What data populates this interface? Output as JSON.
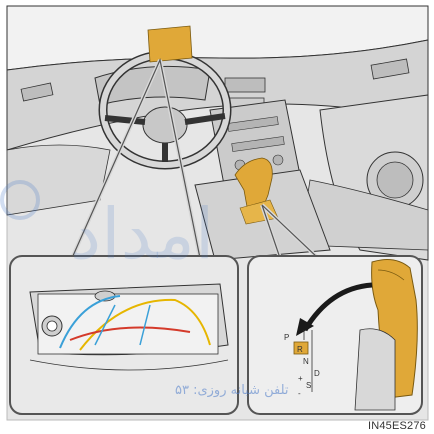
{
  "illustration": {
    "code": "IN45ES276",
    "accent_color": "#e0a838",
    "line_color": "#2a2a2a",
    "fill_gray": "#d8d8d8"
  },
  "camera_display_inset": {
    "guide_line_colors": [
      "#3aa0d8",
      "#e6b600",
      "#d43a2a"
    ]
  },
  "shift_lever_inset": {
    "gear_positions": [
      "P",
      "R",
      "N",
      "D",
      "+",
      "S",
      "-"
    ],
    "selected_gear": "R"
  },
  "watermark": {
    "arabic_large": "امداد",
    "arabic_small": "تلفن شبانه روزی: ۵۳"
  }
}
